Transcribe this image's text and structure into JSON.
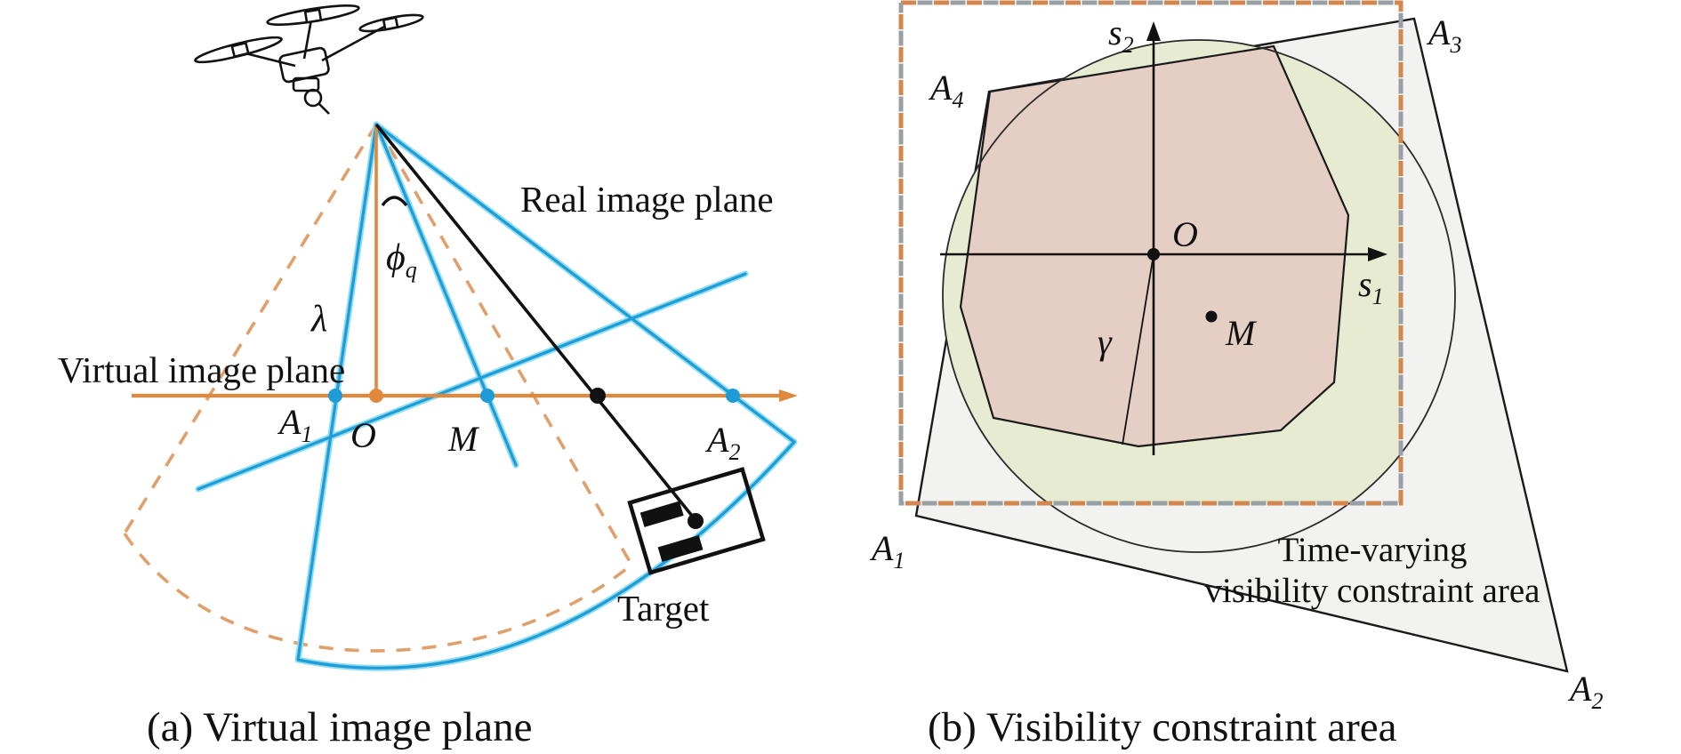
{
  "figure": {
    "panel_a": {
      "caption": "(a) Virtual image plane",
      "labels": {
        "virtual_plane": "Virtual image plane",
        "real_plane": "Real image plane",
        "target": "Target",
        "lambda": "λ",
        "phi_base": "ϕ",
        "phi_sub": "q",
        "A1_base": "A",
        "A1_sub": "1",
        "A2_base": "A",
        "A2_sub": "2",
        "O": "O",
        "M": "M"
      }
    },
    "panel_b": {
      "caption": "(b) Visibility constraint area",
      "labels": {
        "A1_base": "A",
        "A1_sub": "1",
        "A2_base": "A",
        "A2_sub": "2",
        "A3_base": "A",
        "A3_sub": "3",
        "A4_base": "A",
        "A4_sub": "4",
        "s1_base": "s",
        "s1_sub": "1",
        "s2_base": "s",
        "s2_sub": "2",
        "O": "O",
        "M": "M",
        "gamma": "γ",
        "area_line1": "Time-varying",
        "area_line2": "visibility constraint area"
      }
    },
    "colors": {
      "orange_solid": "#E0883E",
      "orange_dashed": "#DFA06B",
      "blue_line": "#1E9CD7",
      "cyan_glow": "#8FDDEF",
      "dash_orange_b": "#D3874E",
      "dash_gray_b": "#98A0A6",
      "circle_green_fill": "#E7EBD2",
      "hexagon_brown_fill": "#E5CEC4",
      "quad_gray_fill": "#F2F2F0",
      "line_black": "#111111"
    }
  }
}
